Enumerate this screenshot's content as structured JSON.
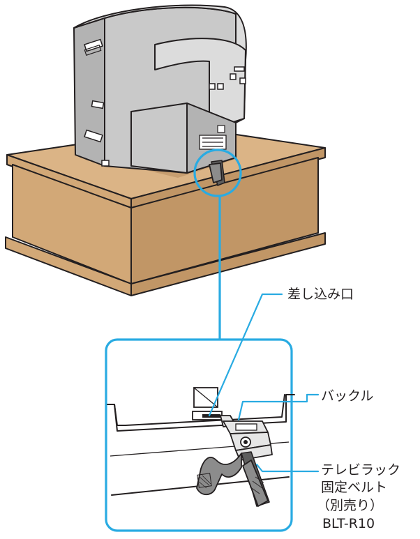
{
  "labels": {
    "insertion_slot": "差し込み口",
    "buckle": "バックル",
    "belt_line1": "テレビラック",
    "belt_line2": "固定ベルト",
    "belt_line3": "（別売り）",
    "belt_line4": "BLT-R10"
  },
  "colors": {
    "callout": "#29abe2",
    "wood": "#d2a877",
    "tv_body": "#c9c9c9",
    "line": "#231f20"
  }
}
